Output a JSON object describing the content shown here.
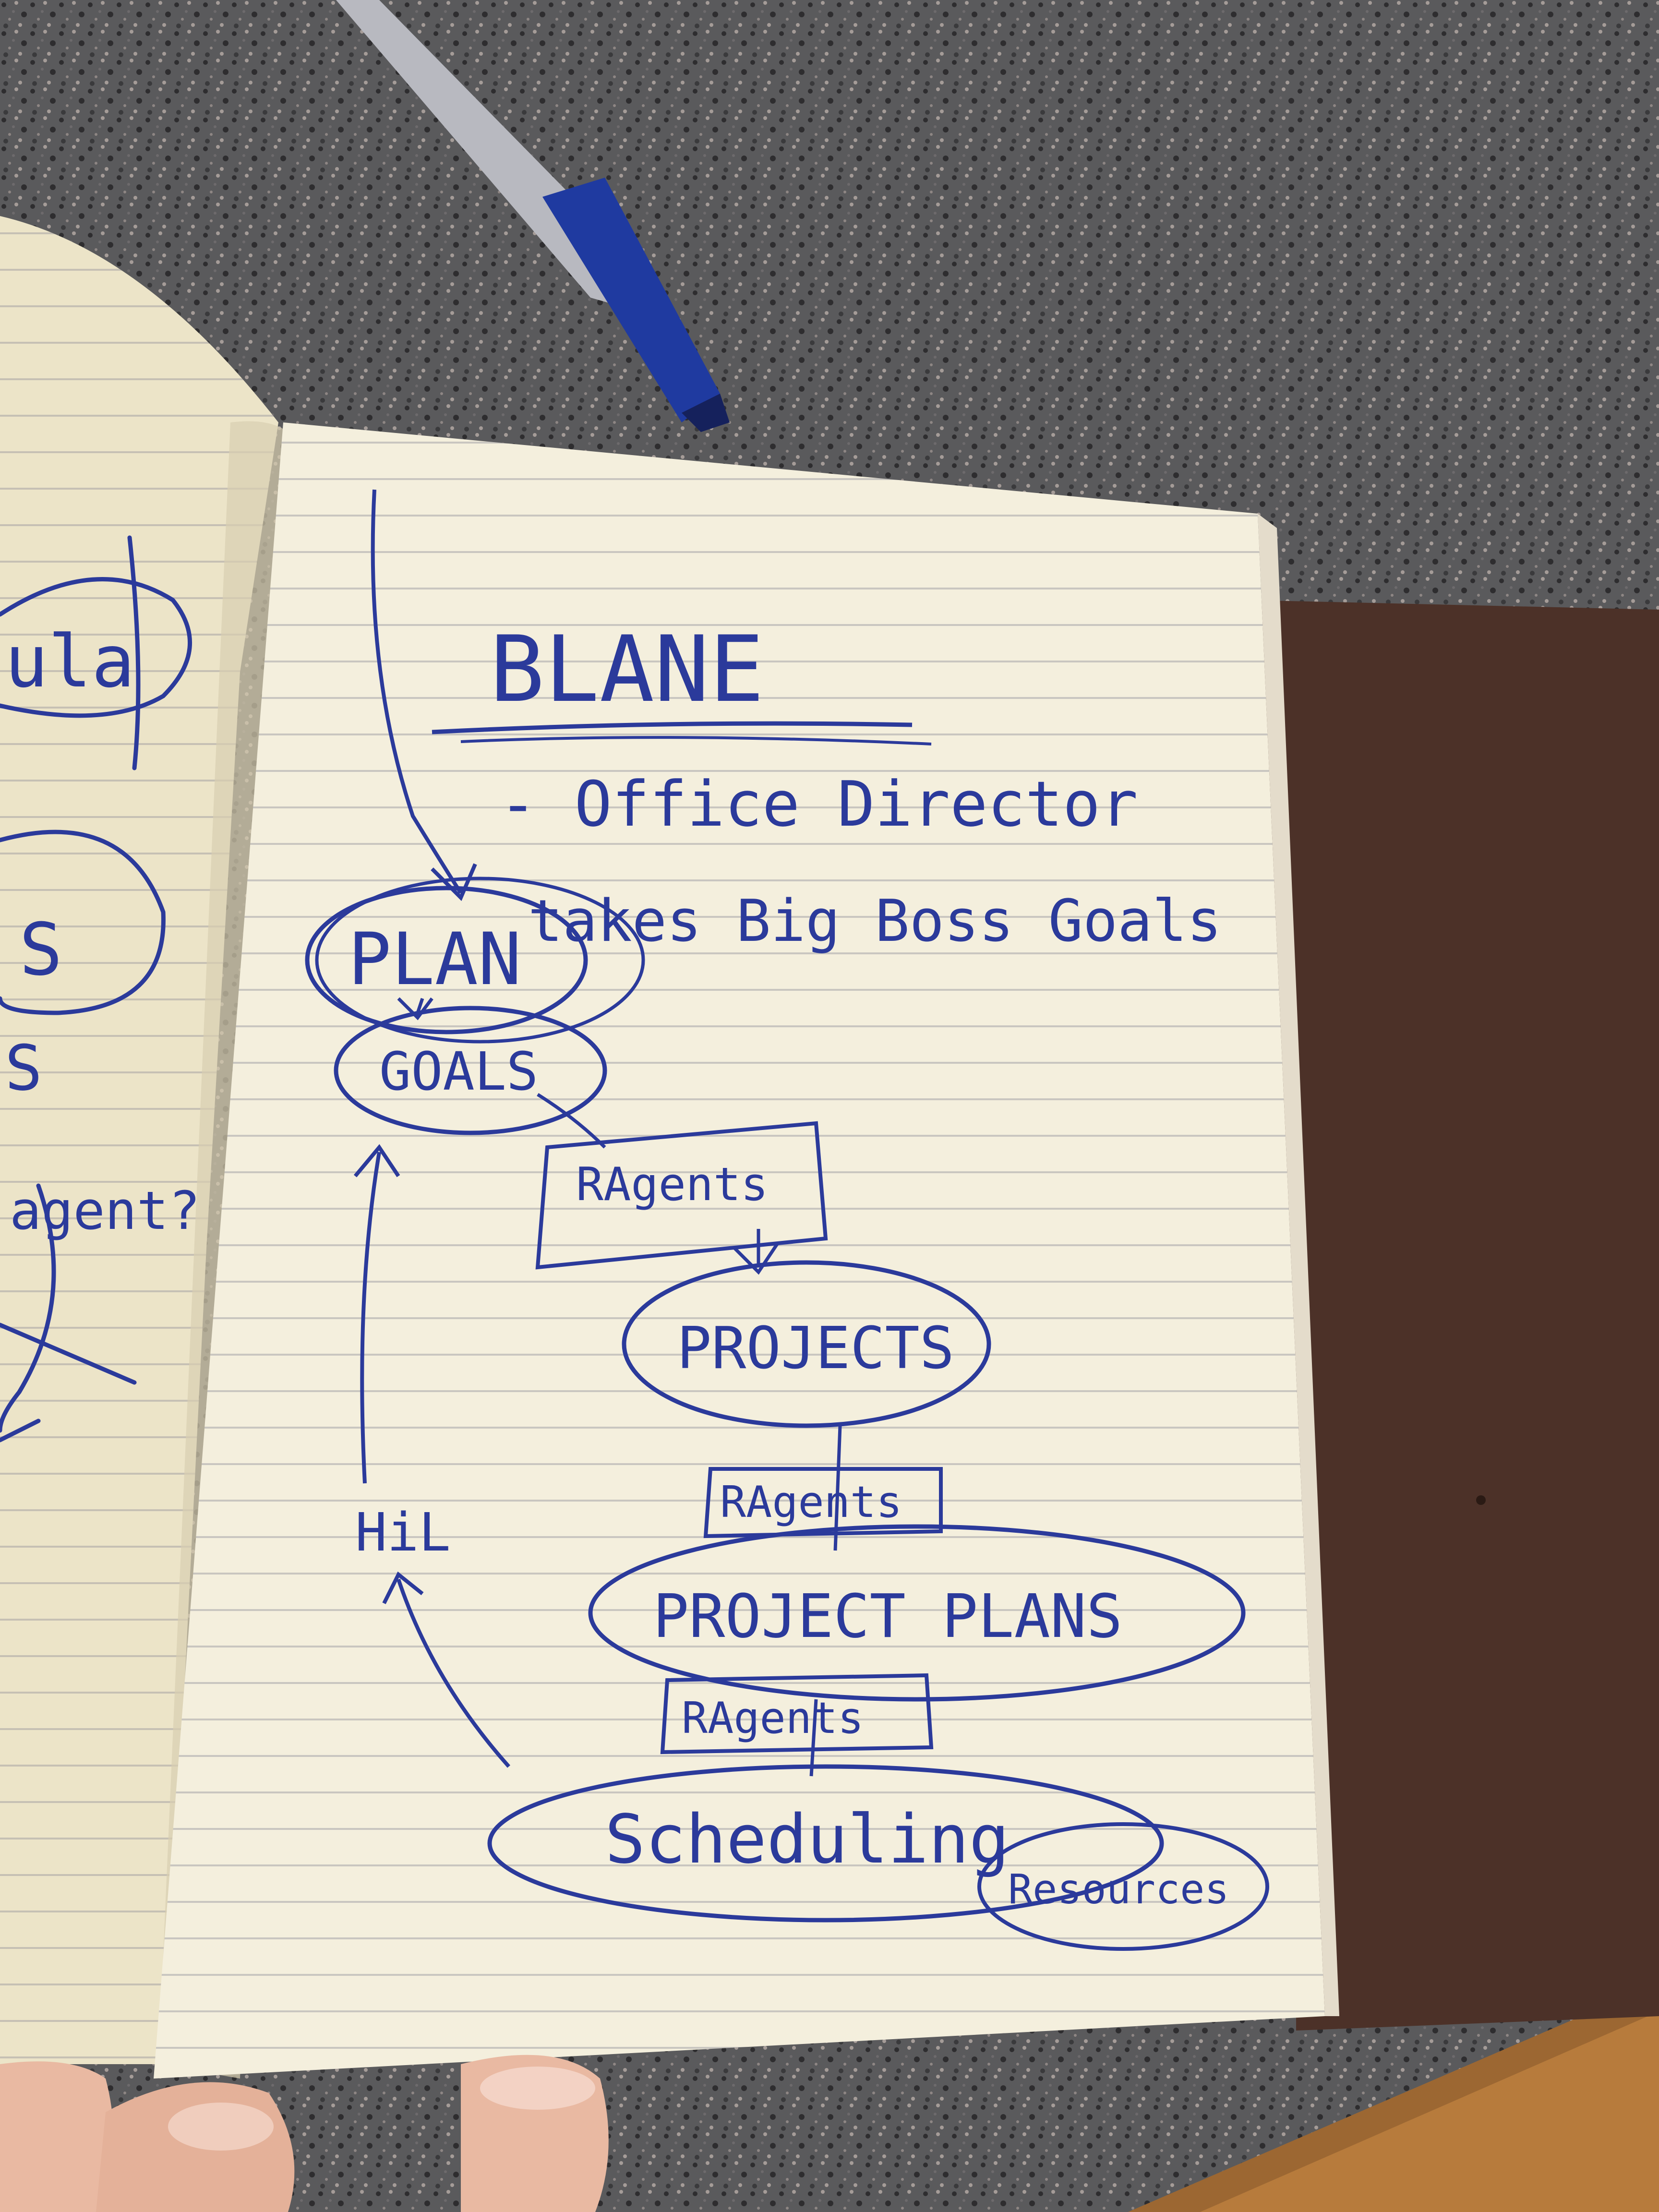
{
  "colors": {
    "counter": "#5a5a5c",
    "counter_speck_dark": "#2e2d2f",
    "counter_speck_light": "#a59c98",
    "page": "#f4efdd",
    "left_page": "#ece4c8",
    "rule": "#c9c6c0",
    "ink": "#2b3a9b",
    "leather": "#4c3128",
    "wood": "#b77b3c",
    "skin": "#e9b9a2",
    "pen_barrel": "#b8b9c0",
    "pen_blue": "#1f3aa0"
  },
  "notes": {
    "title": "BLANE",
    "line1": "- Office Director",
    "line2": "takes Big Boss Goals",
    "plan": "PLAN",
    "goals": "GOALS",
    "agents1": "RAgents",
    "projects": "PROJECTS",
    "agents2": "RAgents",
    "project_plans": "PROJECT PLANS",
    "agents3": "RAgents",
    "scheduling": "Scheduling",
    "resources": "Resources",
    "hil": "HiL"
  },
  "left_page_fragments": {
    "frag1": "ula",
    "frag2": "S",
    "frag3": "S",
    "frag4": "agent?"
  }
}
